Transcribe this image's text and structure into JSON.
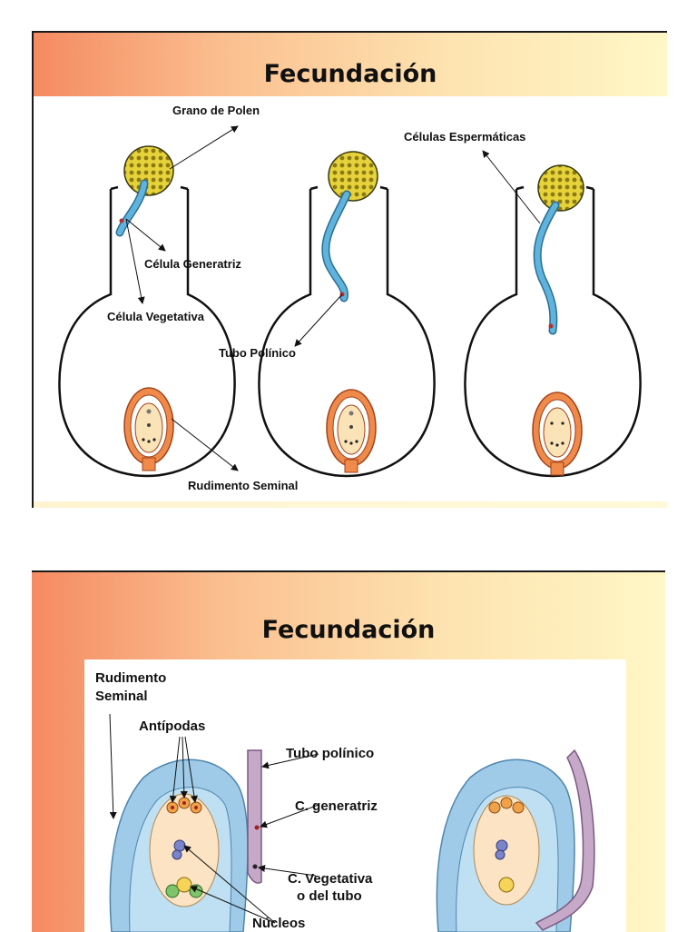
{
  "slides": [
    {
      "title": "Fecundación",
      "labels": {
        "grano_polen": "Grano de  Polen",
        "celulas_espermaticas": "Células Espermáticas",
        "celula_generatriz": "Célula Generatriz",
        "celula_vegetativa": "Célula Vegetativa",
        "tubo_polinico": "Tubo Polínico",
        "rudimento_seminal": "Rudimento Seminal"
      }
    },
    {
      "title": "Fecundación",
      "labels": {
        "rudimento_line1": "Rudimento",
        "rudimento_line2": "Seminal",
        "antipodas": "Antípodas",
        "tubo_polinico": "Tubo polínico",
        "c_generatriz": "C. generatriz",
        "c_vegetativa_line1": "C. Vegetativa",
        "c_vegetativa_line2": "o del tubo",
        "nucleos": "Núcleos"
      }
    }
  ],
  "colors": {
    "gradient_start": "#f58a62",
    "gradient_end": "#fff7c6",
    "pollen_tube": "#5fb3dc",
    "ovule": "#f08a4b",
    "integument_blue": "#9fcbe8",
    "tube_violet": "#c6a9c8"
  }
}
